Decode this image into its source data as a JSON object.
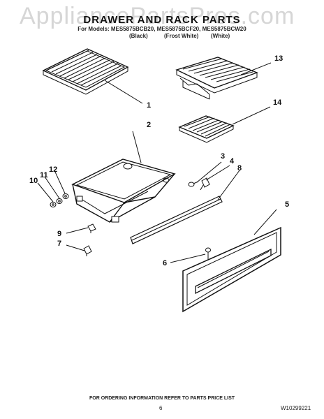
{
  "watermark": "AppliancePartsPros.com",
  "header": {
    "title": "DRAWER AND RACK PARTS",
    "models": "For Models: MES5875BCB20, MES5875BCF20, MES5875BCW20",
    "colors": [
      "(Black)",
      "(Frost White)",
      "(White)"
    ]
  },
  "callouts": [
    "1",
    "2",
    "3",
    "4",
    "5",
    "6",
    "7",
    "8",
    "9",
    "10",
    "11",
    "12",
    "13",
    "14"
  ],
  "footer": {
    "ordering_note": "FOR ORDERING INFORMATION REFER TO PARTS PRICE LIST",
    "page_number": "6",
    "document_id": "W10299221"
  },
  "colors": {
    "line": "#111111",
    "watermark": "#cfcfcf"
  }
}
